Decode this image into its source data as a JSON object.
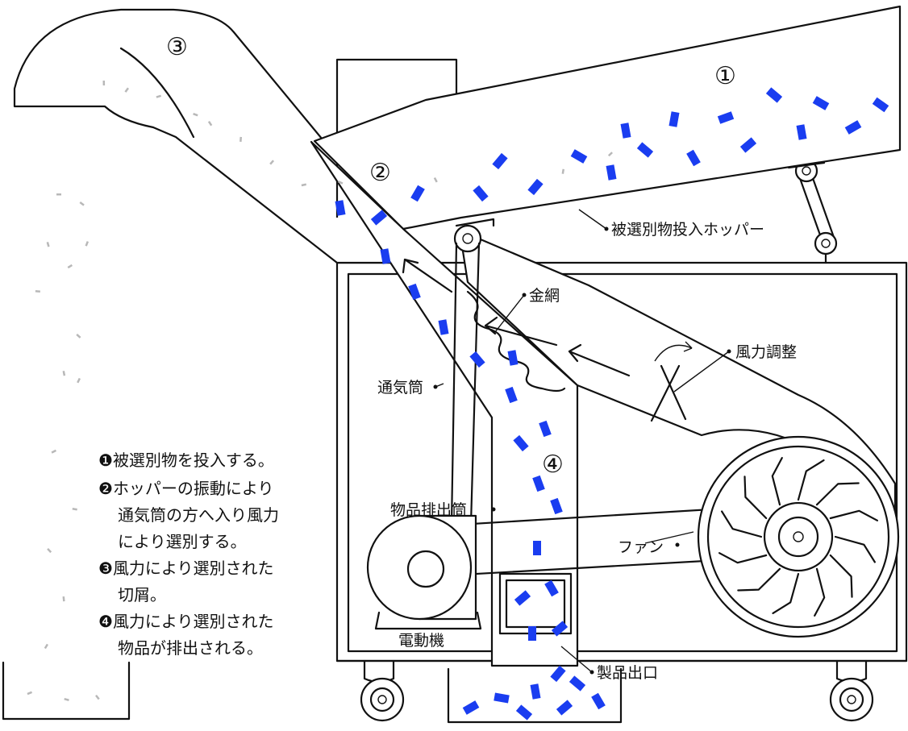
{
  "markers": {
    "m1": "①",
    "m2": "②",
    "m3": "③",
    "m4": "④"
  },
  "labels": {
    "hopper": "被選別物投入ホッパー",
    "mesh": "金網",
    "air_adjust": "風力調整",
    "air_duct": "通気筒",
    "discharge_duct": "物品排出筒",
    "fan": "ファン",
    "motor": "電動機",
    "product_outlet": "製品出口"
  },
  "notes": [
    {
      "mark": "❶",
      "lines": [
        "被選別物を投入する。"
      ]
    },
    {
      "mark": "❷",
      "lines": [
        "ホッパーの振動により",
        "通気筒の方へ入り風力",
        "により選別する。"
      ]
    },
    {
      "mark": "❸",
      "lines": [
        "風力により選別された",
        "切屑。"
      ]
    },
    {
      "mark": "❹",
      "lines": [
        "風力により選別された",
        "物品が排出される。"
      ]
    }
  ],
  "colors": {
    "product_chip": "#1a3df0",
    "scrap_speck": "#b8b8b8",
    "outline": "#111111"
  }
}
